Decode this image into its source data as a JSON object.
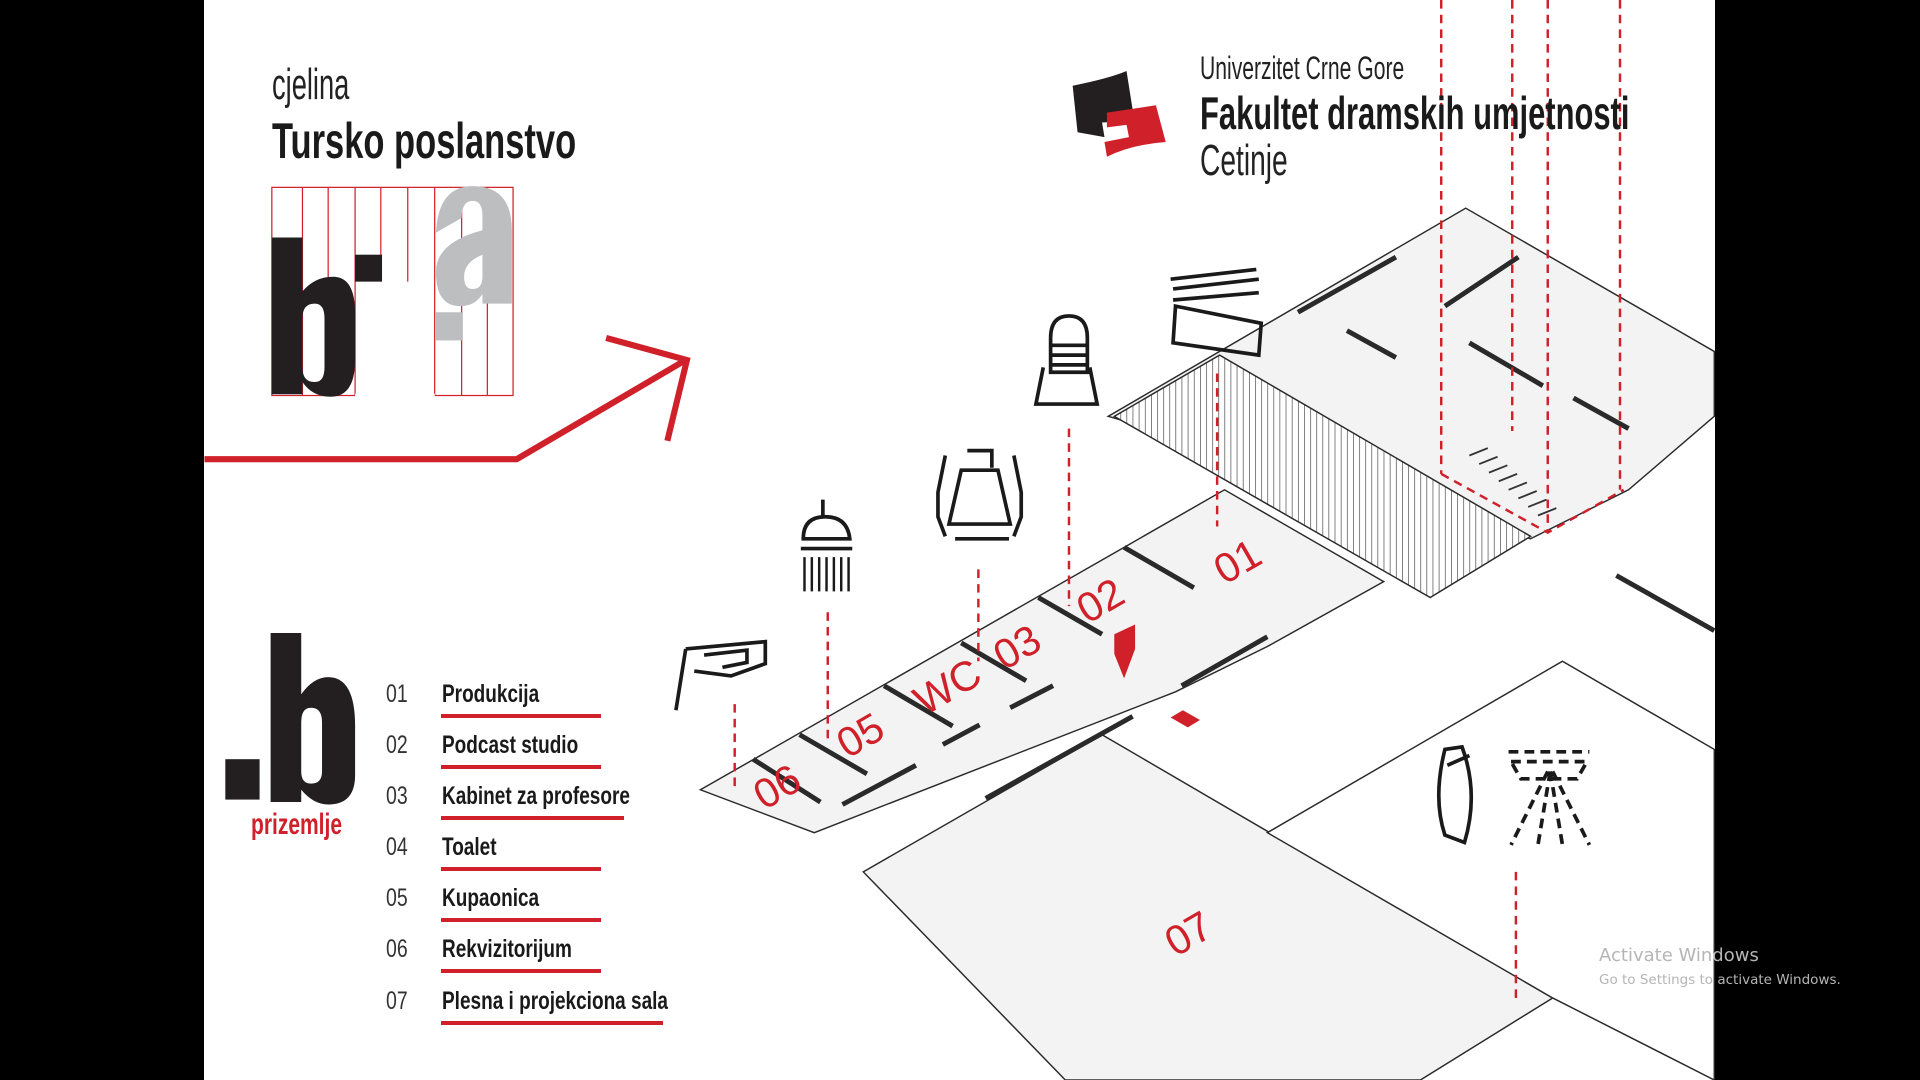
{
  "header": {
    "subtitle": "cjelina",
    "title": "Tursko poslanstvo"
  },
  "logo_mark": "b a",
  "institution": {
    "university": "Univerzitet Crne Gore",
    "faculty": "Fakultet dramskih umjetnosti",
    "city": "Cetinje"
  },
  "floor": {
    "code": ".b",
    "name": "prizemlje"
  },
  "legend": [
    {
      "num": "01",
      "label": "Produkcija"
    },
    {
      "num": "02",
      "label": "Podcast studio"
    },
    {
      "num": "03",
      "label": "Kabinet za profesore"
    },
    {
      "num": "04",
      "label": "Toalet"
    },
    {
      "num": "05",
      "label": "Kupaonica"
    },
    {
      "num": "06",
      "label": "Rekvizitorijum"
    },
    {
      "num": "07",
      "label": "Plesna i projekciona sala"
    }
  ],
  "map_labels": {
    "r01": "01",
    "r02": "02",
    "r03": "03",
    "wc": "WC",
    "r05": "05",
    "r06": "06",
    "r07": "07"
  },
  "colors": {
    "accent": "#d0202a",
    "ink": "#1a1a1a",
    "floor": "#f3f3f3"
  },
  "watermark": {
    "title": "Activate Windows",
    "subtitle": "Go to Settings to activate Windows."
  }
}
